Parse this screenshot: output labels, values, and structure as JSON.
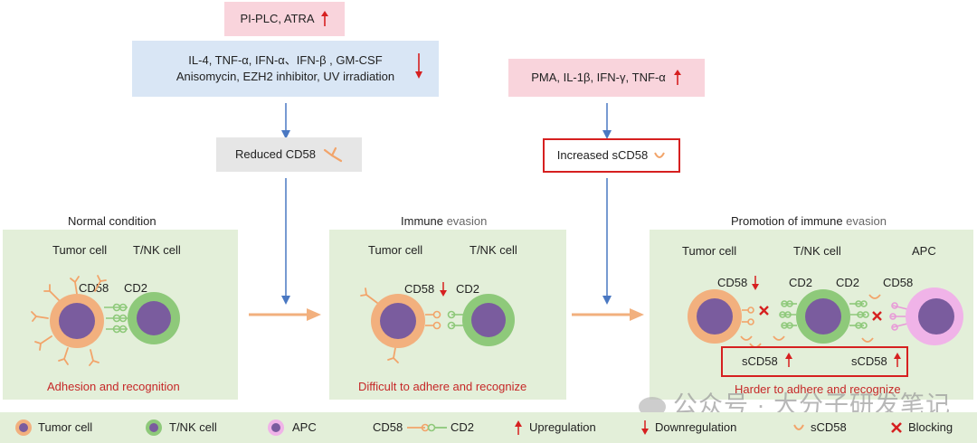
{
  "top_left": {
    "stimulus_up": "PI-PLC, ATRA",
    "stimulus_down_line1": "IL-4, TNF-α, IFN-α、IFN-β , GM-CSF",
    "stimulus_down_line2": "Anisomycin, EZH2 inhibitor, UV irradiation",
    "result": "Reduced CD58"
  },
  "top_right": {
    "stimulus_up": "PMA, IL-1β, IFN-γ, TNF-α",
    "result": "Increased sCD58"
  },
  "panels": [
    {
      "title": "Normal condition",
      "tumor_label": "Tumor cell",
      "tnk_label": "T/NK cell",
      "cd58_label": "CD58",
      "cd2_label": "CD2",
      "outcome": "Adhesion and recognition"
    },
    {
      "title_a": "Immune",
      "title_b": " evasion",
      "tumor_label": "Tumor cell",
      "tnk_label": "T/NK cell",
      "cd58_label": "CD58",
      "cd2_label": "CD2",
      "outcome": "Difficult to adhere and recognize"
    },
    {
      "title_a": "Promotion of immune",
      "title_b": " evasion",
      "tumor_label": "Tumor cell",
      "tnk_label": "T/NK cell",
      "apc_label": "APC",
      "cd58_left_label": "CD58",
      "cd2_left_label": "CD2",
      "cd2_right_label": "CD2",
      "cd58_right_label": "CD58",
      "scd58_left": "sCD58",
      "scd58_right": "sCD58",
      "outcome": "Harder to adhere and recognize"
    }
  ],
  "legend": {
    "tumor": "Tumor cell",
    "tnk": "T/NK cell",
    "apc": "APC",
    "cd58": "CD58",
    "cd2": "CD2",
    "up": "Upregulation",
    "down": "Downregulation",
    "scd58": "sCD58",
    "block": "Blocking"
  },
  "watermark": "公众号 · 大分子研发笔记",
  "colors": {
    "tumor_fill": "#f2b07e",
    "tnk_fill": "#8ec97a",
    "apc_fill": "#f0b3e8",
    "nucleus": "#7a5c9e",
    "panel_bg": "#e3efd9",
    "red": "#d62020",
    "arrow_blue": "#4a78c2",
    "arrow_orange": "#f2b07e"
  }
}
